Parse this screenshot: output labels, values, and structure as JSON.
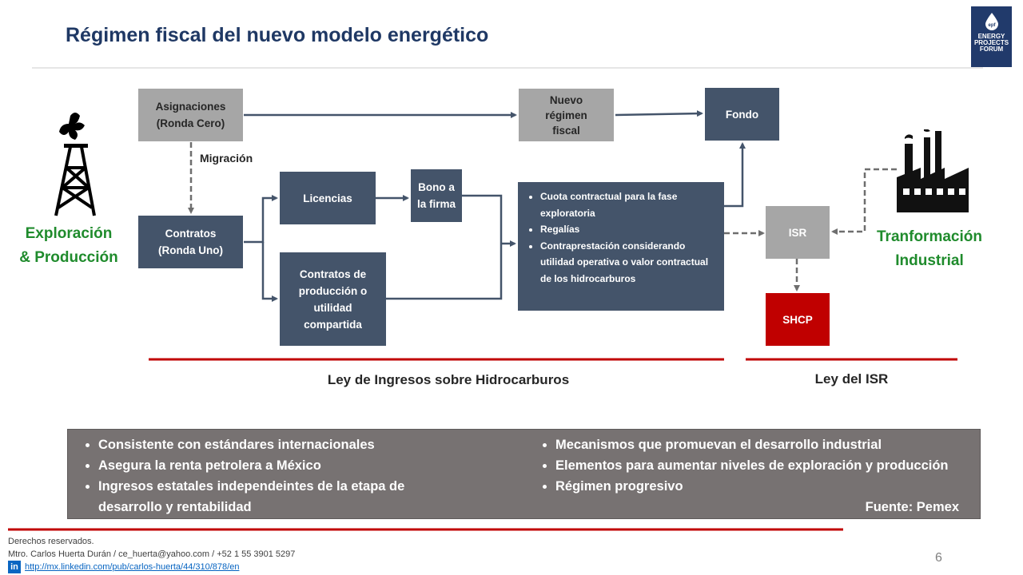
{
  "slide": {
    "title": "Régimen fiscal del nuevo modelo energético",
    "page_number": "6"
  },
  "logo": {
    "line1": "ENERGY",
    "line2": "PROJECTS",
    "line3": "FORUM",
    "mark": "epf"
  },
  "colors": {
    "title": "#1f3864",
    "accent_red": "#c00000",
    "box_dark": "#44546a",
    "box_gray": "#a6a6a6",
    "side_green": "#1f8b2c"
  },
  "left_side": {
    "line1": "Exploración",
    "line2": "& Producción",
    "icon": "oil-rig-icon"
  },
  "right_side": {
    "line1": "Tranformación",
    "line2": "Industrial",
    "icon": "factory-icon"
  },
  "flow": {
    "asignaciones": {
      "line1": "Asignaciones",
      "line2": "(Ronda Cero)"
    },
    "migracion_label": "Migración",
    "contratos": {
      "line1": "Contratos",
      "line2": "(Ronda Uno)"
    },
    "licencias": "Licencias",
    "bono": {
      "line1": "Bono a",
      "line2": "la firma"
    },
    "contratos_prod": {
      "line1": "Contratos de",
      "line2": "producción o",
      "line3": "utilidad",
      "line4": "compartida"
    },
    "nuevo_regimen": {
      "line1": "Nuevo",
      "line2": "régimen",
      "line3": "fiscal"
    },
    "fondo": "Fondo",
    "cuota_items": [
      "Cuota contractual para la fase exploratoria",
      "Regalías",
      "Contraprestación considerando utilidad operativa o valor contractual de los hidrocarburos"
    ],
    "isr": "ISR",
    "shcp": "SHCP"
  },
  "laws": {
    "left": "Ley de Ingresos sobre Hidrocarburos",
    "right": "Ley del ISR"
  },
  "panel": {
    "left_items": [
      "Consistente con estándares internacionales",
      "Asegura la renta petrolera a México",
      "Ingresos estatales independeintes de la etapa de desarrollo y rentabilidad"
    ],
    "right_items": [
      "Mecanismos que promuevan el desarrollo industrial",
      "Elementos para aumentar niveles de exploración y producción",
      "Régimen progresivo"
    ],
    "source": "Fuente: Pemex"
  },
  "footer": {
    "line1": "Derechos reservados.",
    "line2": "Mtro. Carlos Huerta Durán / ce_huerta@yahoo.com / +52 1 55 3901 5297",
    "link": "http://mx.linkedin.com/pub/carlos-huerta/44/310/878/en",
    "li_icon": "in"
  }
}
